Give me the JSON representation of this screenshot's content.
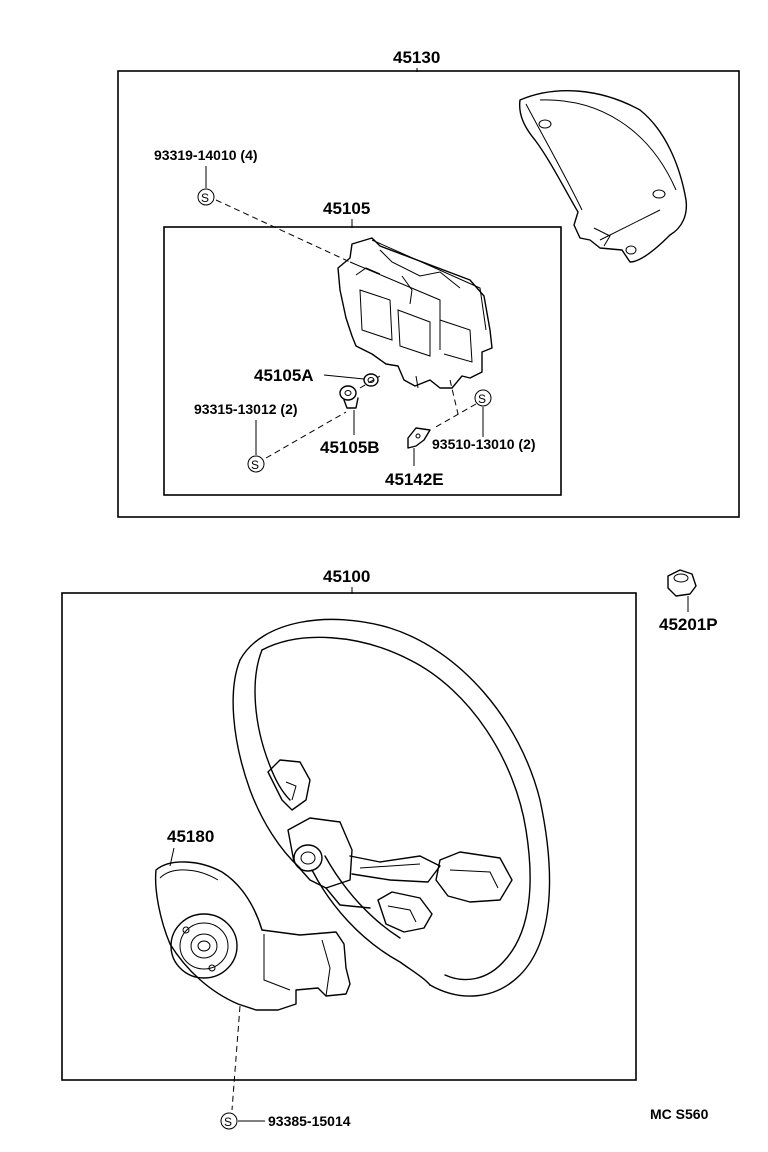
{
  "diagram": {
    "labels": {
      "pad_assembly": "45130",
      "bolt_top": "93319-14010 (4)",
      "bracket": "45105",
      "part_45105a": "45105A",
      "screw_left": "93315-13012 (2)",
      "part_45105b": "45105B",
      "screw_right": "93510-13010 (2)",
      "part_45142e": "45142E",
      "wheel_assembly": "45100",
      "nut": "45201P",
      "cover": "45180",
      "screw_bottom": "93385-15014",
      "figure_code": "MC S560"
    },
    "screw_symbol": "S"
  }
}
